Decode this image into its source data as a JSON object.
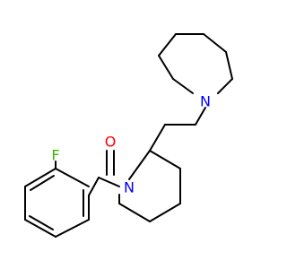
{
  "structure": {
    "type": "skeletal-formula",
    "atoms": {
      "N1": "N",
      "N2": "N",
      "O": "O",
      "F": "F"
    },
    "colors": {
      "bond": "#000000",
      "N": "#0000ff",
      "O": "#ff0000",
      "F": "#3cb300"
    }
  }
}
